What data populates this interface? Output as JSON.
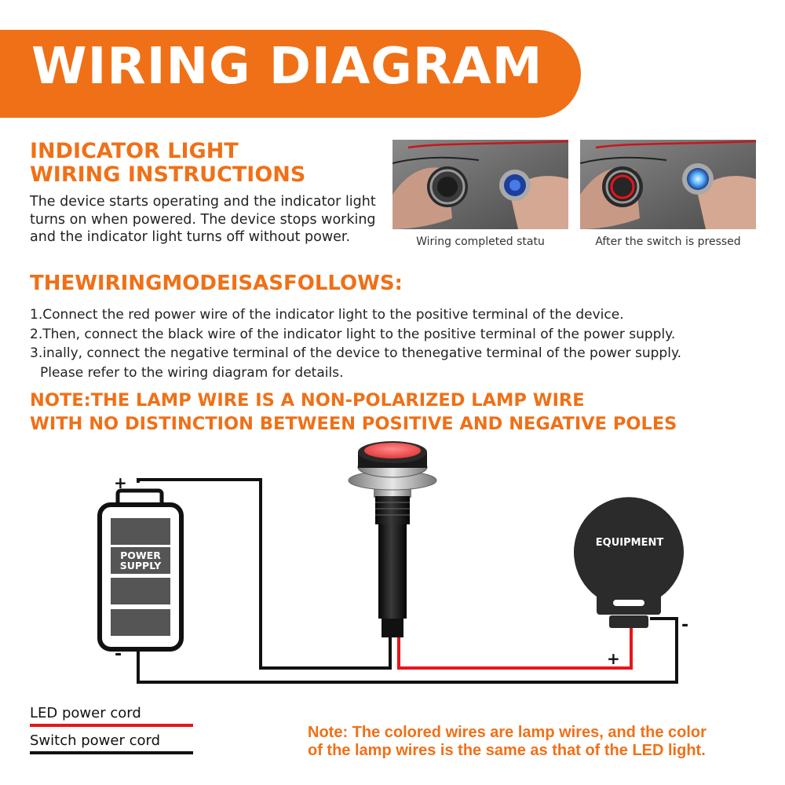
{
  "banner": {
    "title": "WIRING DIAGRAM"
  },
  "intro": {
    "title_line1": "INDICATOR LIGHT",
    "title_line2": "WIRING INSTRUCTIONS",
    "body": "The device starts operating and the indicator light turns on when powered. The device stops working and the indicator light turns off without power."
  },
  "photos": [
    {
      "caption": "Wiring completed statu"
    },
    {
      "caption": "After the switch is pressed"
    }
  ],
  "mode": {
    "title": "THEWIRINGMODEISASFOLLOWS:",
    "steps": [
      "1.Connect the red power wire of the indicator light to the positive terminal of the device.",
      "2.Then, connect the black wire of the indicator light to the positive terminal of the power supply.",
      "3.inally, connect the negative terminal of the device to thenegative terminal of the power supply."
    ],
    "step3_cont": "Please refer to the wiring diagram for details."
  },
  "note": {
    "line1": "NOTE:THE LAMP WIRE IS A NON-POLARIZED LAMP WIRE",
    "line2": "WITH NO DISTINCTION BETWEEN POSITIVE AND NEGATIVE POLES"
  },
  "diagram": {
    "battery_label_1": "POWER",
    "battery_label_2": "SUPPLY",
    "battery_plus": "+",
    "battery_minus": "-",
    "equipment_label": "EQUIPMENT",
    "equipment_plus": "+",
    "equipment_minus": "-"
  },
  "legend": {
    "led_label": "LED power cord",
    "switch_label": "Switch power cord",
    "led_color": "#e8141b",
    "switch_color": "#111111"
  },
  "bottom_note": {
    "line1": "Note: The colored wires are lamp wires, and the color",
    "line2": "of the lamp wires is the same as that of the LED light."
  },
  "colors": {
    "accent": "#f07017",
    "red_wire": "#e8141b",
    "black_wire": "#111111"
  }
}
